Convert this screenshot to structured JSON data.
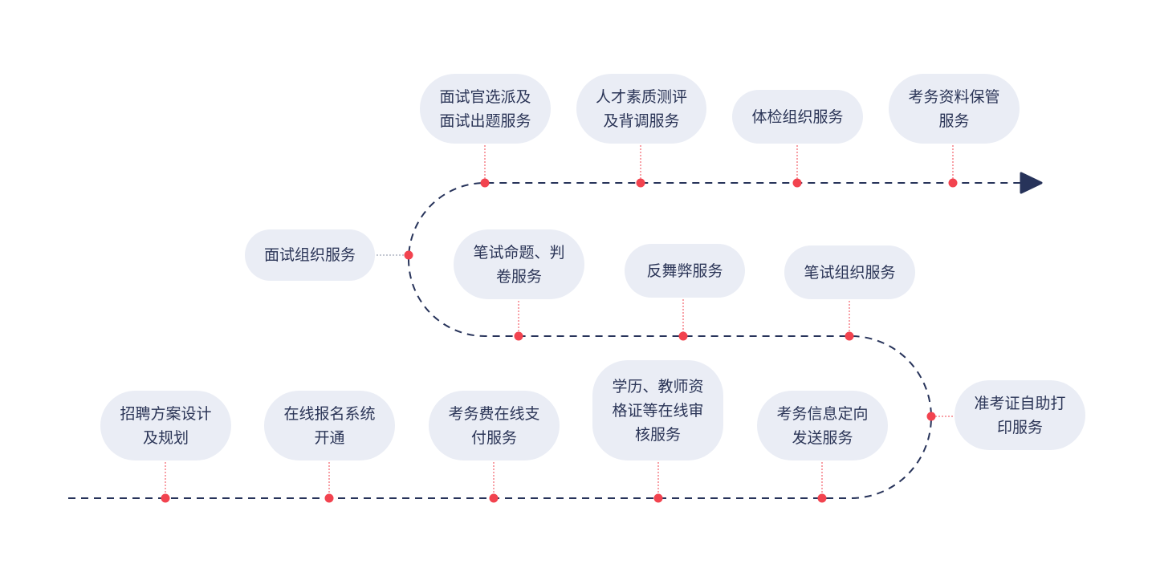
{
  "colors": {
    "path": "#27335a",
    "dot": "#f2434f",
    "node_bg": "#eaedf5",
    "text": "#2b3557",
    "connector_gray": "#8a90a6"
  },
  "nodes": [
    {
      "id": "interviewer-assign",
      "label": "面试官选派及面试出题服务"
    },
    {
      "id": "talent-assessment",
      "label": "人才素质测评及背调服务"
    },
    {
      "id": "physical-exam",
      "label": "体检组织服务"
    },
    {
      "id": "material-storage",
      "label": "考务资料保管服务"
    },
    {
      "id": "interview-organization",
      "label": "面试组织服务"
    },
    {
      "id": "written-exam-grading",
      "label": "笔试命题、判卷服务"
    },
    {
      "id": "anti-cheating",
      "label": "反舞弊服务"
    },
    {
      "id": "written-exam-organization",
      "label": "笔试组织服务"
    },
    {
      "id": "admission-ticket-print",
      "label": "准考证自助打印服务"
    },
    {
      "id": "recruitment-planning",
      "label": "招聘方案设计及规划"
    },
    {
      "id": "online-registration",
      "label": "在线报名系统开通"
    },
    {
      "id": "exam-fee-payment",
      "label": "考务费在线支付服务"
    },
    {
      "id": "online-qualification-review",
      "label": "学历、教师资格证等在线审核服务"
    },
    {
      "id": "exam-info-notification",
      "label": "考务信息定向发送服务"
    }
  ]
}
